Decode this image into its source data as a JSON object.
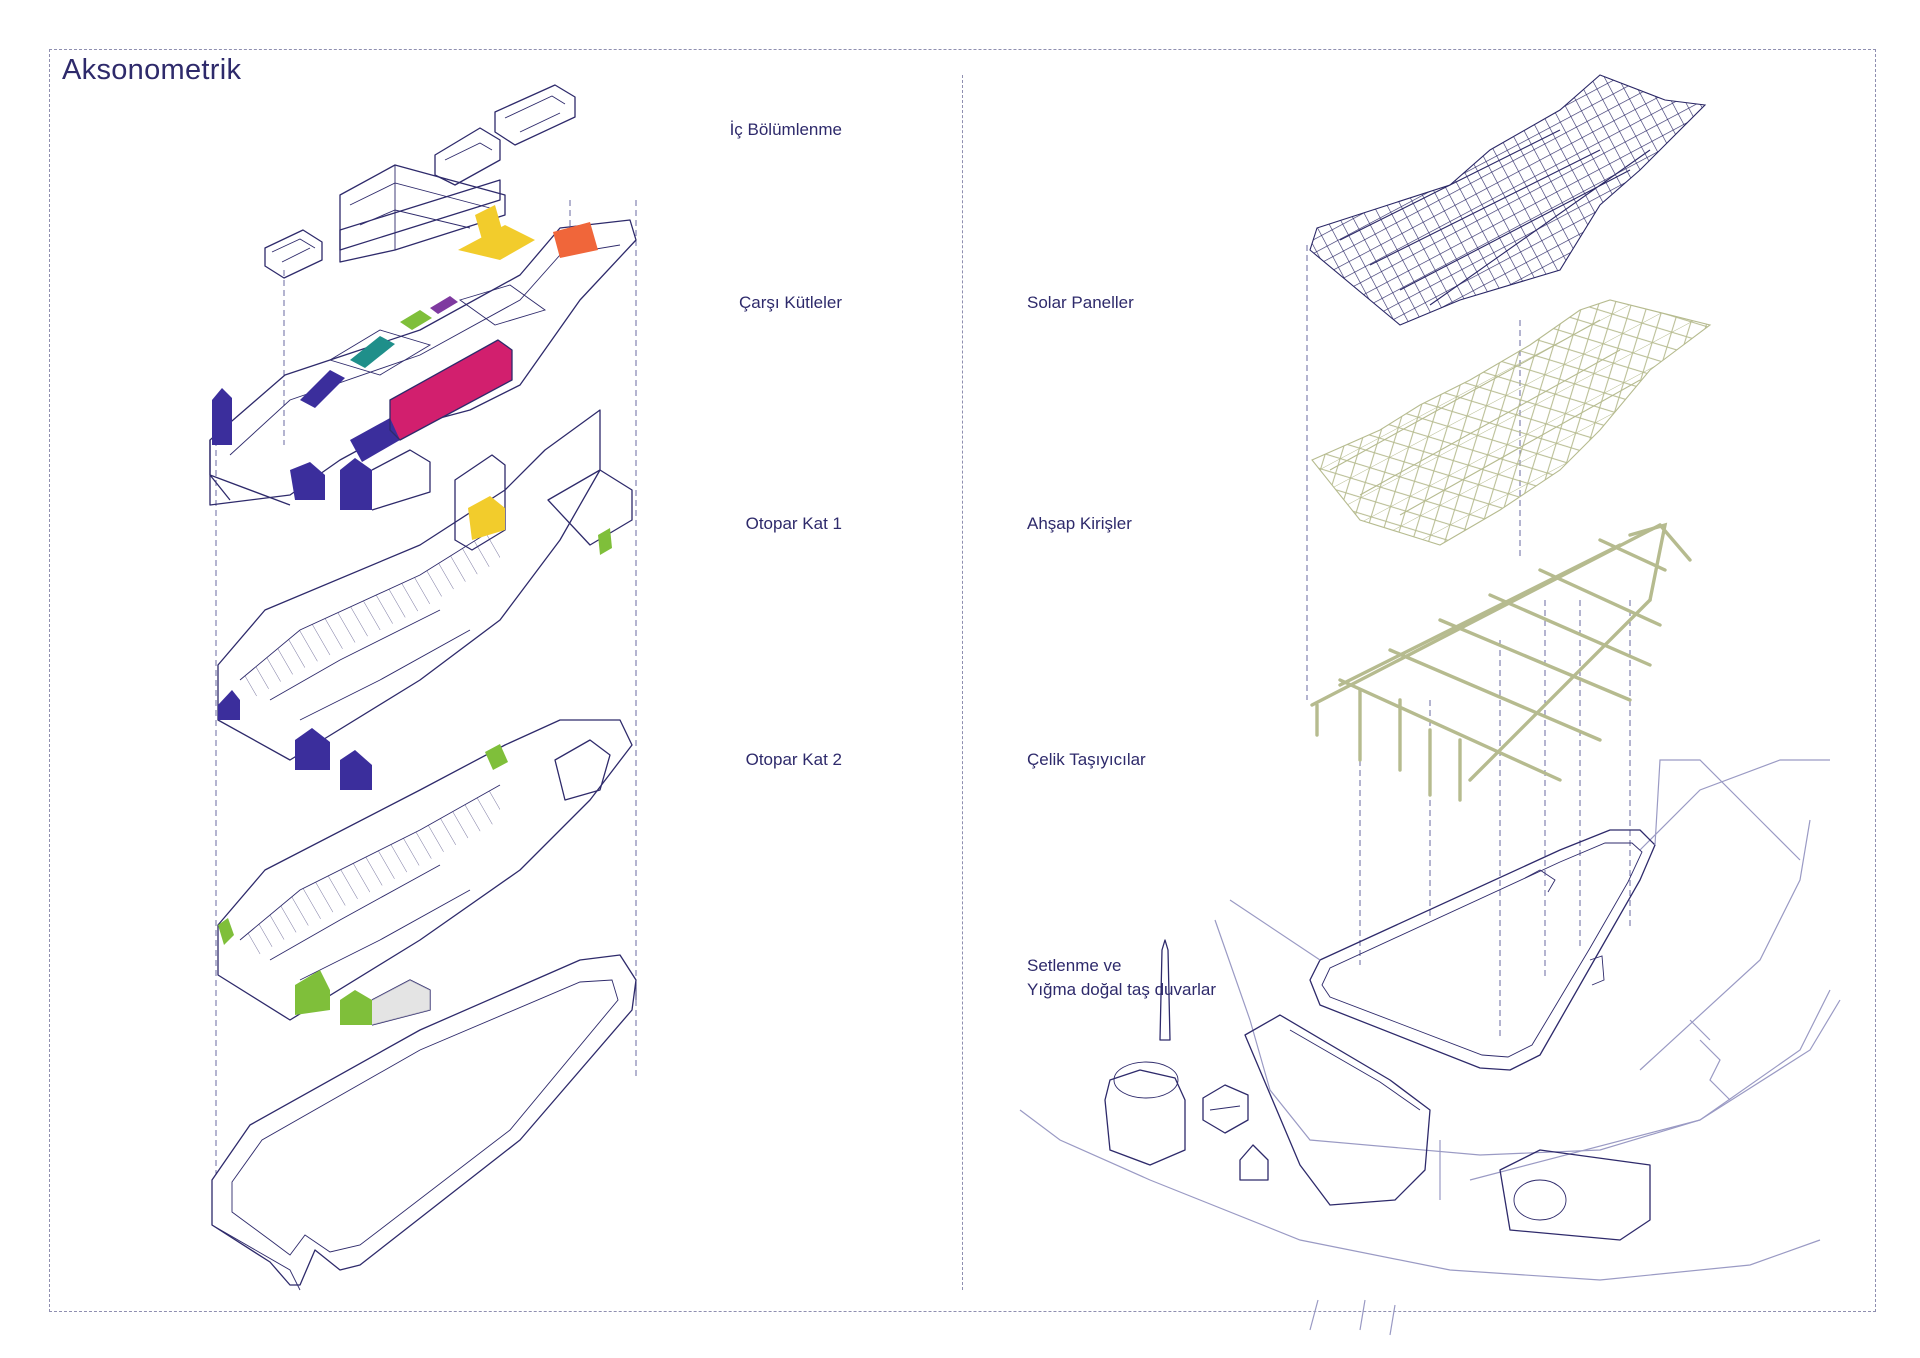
{
  "title": "Aksonometrik",
  "left_labels": [
    "İç Bölümlenme",
    "Çarşı Kütleler",
    "Otopar Kat 1",
    "Otopar Kat 2"
  ],
  "right_labels": [
    "Solar Paneller",
    "Ahşap Kirişler",
    "Çelik Taşıyıcılar"
  ],
  "site_label": {
    "line1": "Setlenme ve",
    "line2": "Yığma doğal taş duvarlar"
  },
  "colors": {
    "line": "#2e2a6b",
    "purple": "#3b2e9c",
    "yellow": "#f2cc2c",
    "orange": "#f0663a",
    "green": "#7fbf3a",
    "teal": "#1f8f8a",
    "magenta": "#d21f6e",
    "grey": "#d9d9d9",
    "timber": "#b6bb8f",
    "frame": "#8f8fb0"
  }
}
